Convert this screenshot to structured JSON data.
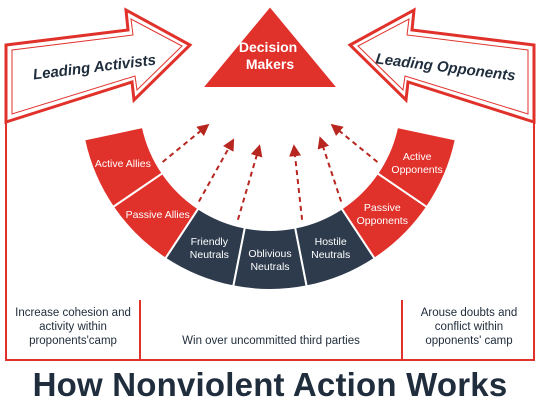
{
  "diagram": {
    "title": "How Nonviolent Action Works",
    "target": "Decision Makers",
    "left_arrow_label": "Leading Activists",
    "right_arrow_label": "Leading Opponents",
    "segments": [
      {
        "label": "Active Allies",
        "group": "proponents"
      },
      {
        "label": "Passive Allies",
        "group": "proponents"
      },
      {
        "label": "Friendly Neutrals",
        "group": "neutrals"
      },
      {
        "label": "Oblivious Neutrals",
        "group": "neutrals"
      },
      {
        "label": "Hostile Neutrals",
        "group": "neutrals"
      },
      {
        "label": "Passive Opponents",
        "group": "opponents"
      },
      {
        "label": "Active Opponents",
        "group": "opponents"
      }
    ],
    "captions": {
      "left": "Increase cohesion and activity within proponents'camp",
      "center": "Win over uncommitted third parties",
      "right": "Arouse doubts and conflict within opponents' camp"
    },
    "colors": {
      "red": "#e0312b",
      "navy": "#2d3b4d",
      "dark_red": "#b8271f",
      "text_dark": "#1f2d3d",
      "white": "#ffffff"
    }
  }
}
